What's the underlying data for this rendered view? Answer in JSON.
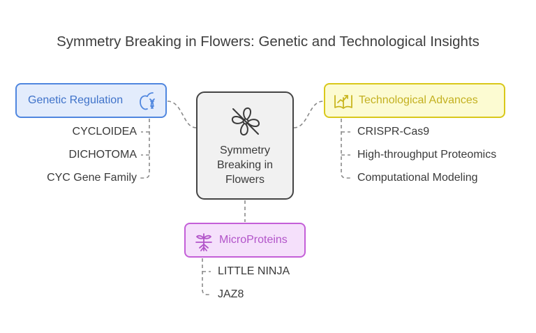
{
  "title": "Symmetry Breaking in Flowers: Genetic and Technological Insights",
  "center": {
    "lines": [
      "Symmetry",
      "Breaking in",
      "Flowers"
    ],
    "icon": "flower-off-icon"
  },
  "categories": {
    "genetic": {
      "label": "Genetic Regulation",
      "icon": "dna-apple-icon",
      "color": "#4f86df",
      "items": [
        "CYCLOIDEA",
        "DICHOTOMA",
        "CYC Gene Family"
      ]
    },
    "tech": {
      "label": "Technological Advances",
      "icon": "book-trend-icon",
      "color": "#d9c81a",
      "items": [
        "CRISPR-Cas9",
        "High-throughput Proteomics",
        "Computational Modeling"
      ]
    },
    "micro": {
      "label": "MicroProteins",
      "icon": "plant-roots-icon",
      "color": "#c45fd8",
      "items": [
        "LITTLE NINJA",
        "JAZ8"
      ]
    }
  },
  "colors": {
    "connector": "#8a8a8a",
    "center_border": "#444444",
    "center_fill": "#f1f1f1"
  }
}
